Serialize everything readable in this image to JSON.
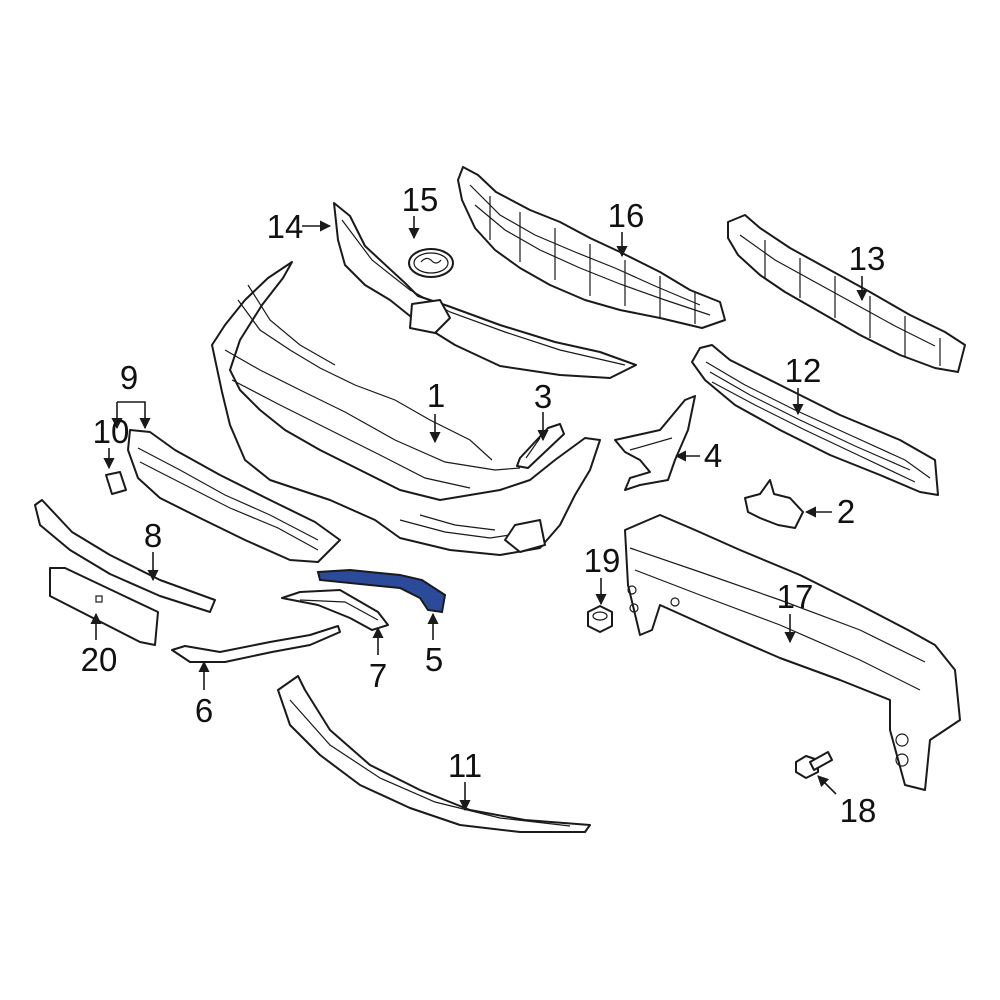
{
  "diagram": {
    "highlight_color": "#2B4A9A",
    "line_color": "#1a1a1a",
    "background": "#ffffff",
    "callouts": [
      {
        "id": "1",
        "label": "1"
      },
      {
        "id": "2",
        "label": "2"
      },
      {
        "id": "3",
        "label": "3"
      },
      {
        "id": "4",
        "label": "4"
      },
      {
        "id": "5",
        "label": "5",
        "highlighted": true
      },
      {
        "id": "6",
        "label": "6"
      },
      {
        "id": "7",
        "label": "7"
      },
      {
        "id": "8",
        "label": "8"
      },
      {
        "id": "9",
        "label": "9"
      },
      {
        "id": "10",
        "label": "10"
      },
      {
        "id": "11",
        "label": "11"
      },
      {
        "id": "12",
        "label": "12"
      },
      {
        "id": "13",
        "label": "13"
      },
      {
        "id": "14",
        "label": "14"
      },
      {
        "id": "15",
        "label": "15"
      },
      {
        "id": "16",
        "label": "16"
      },
      {
        "id": "17",
        "label": "17"
      },
      {
        "id": "18",
        "label": "18"
      },
      {
        "id": "19",
        "label": "19"
      },
      {
        "id": "20",
        "label": "20"
      }
    ]
  }
}
